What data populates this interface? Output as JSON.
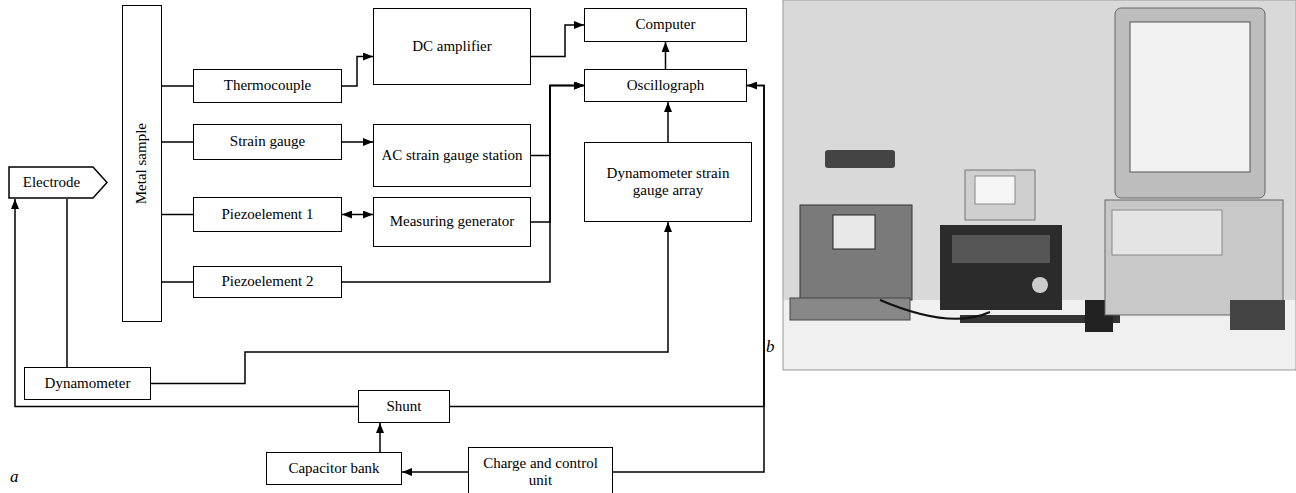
{
  "diagram": {
    "nodes": [
      {
        "text": [
          "Electrode"
        ]
      },
      {
        "text": [
          "Metal sample"
        ]
      },
      {
        "text": [
          "Thermocouple"
        ]
      },
      {
        "text": [
          "DC amplifier"
        ]
      },
      {
        "text": [
          "Strain gauge"
        ]
      },
      {
        "text": [
          "AC strain gauge station"
        ]
      },
      {
        "text": [
          "Piezoelement 1"
        ]
      },
      {
        "text": [
          "Measuring generator"
        ]
      },
      {
        "text": [
          "Piezoelement 2"
        ]
      },
      {
        "text": [
          "Computer"
        ]
      },
      {
        "text": [
          "Oscillograph"
        ]
      },
      {
        "text": [
          "Dynamometer strain gauge array"
        ]
      },
      {
        "text": [
          "Dynamometer"
        ]
      },
      {
        "text": [
          "Shunt"
        ]
      },
      {
        "text": [
          "Capacitor bank"
        ]
      },
      {
        "text": [
          "Charge and control unit"
        ]
      }
    ],
    "edges": [
      {
        "from": 1,
        "to": 2,
        "arrow": "none"
      },
      {
        "from": 2,
        "to": 3,
        "arrow": "to"
      },
      {
        "from": 1,
        "to": 4,
        "arrow": "none"
      },
      {
        "from": 4,
        "to": 5,
        "arrow": "to"
      },
      {
        "from": 1,
        "to": 6,
        "arrow": "none"
      },
      {
        "from": 6,
        "to": 7,
        "arrow": "both"
      },
      {
        "from": 1,
        "to": 8,
        "arrow": "none"
      },
      {
        "from": 3,
        "to": 9,
        "arrow": "to"
      },
      {
        "from": 5,
        "to": 10,
        "arrow": "to"
      },
      {
        "from": 7,
        "to": 10,
        "arrow": "to"
      },
      {
        "from": 8,
        "to": 10,
        "arrow": "to"
      },
      {
        "from": 10,
        "to": 9,
        "arrow": "to"
      },
      {
        "from": 11,
        "to": 10,
        "arrow": "to"
      },
      {
        "from": 12,
        "to": 11,
        "arrow": "to"
      },
      {
        "from": 12,
        "to": 0,
        "arrow": "none"
      },
      {
        "from": 13,
        "to": 0,
        "arrow": "to"
      },
      {
        "from": 14,
        "to": 13,
        "arrow": "to"
      },
      {
        "from": 15,
        "to": 14,
        "arrow": "to"
      },
      {
        "from": 13,
        "to": 10,
        "arrow": "to"
      },
      {
        "from": 15,
        "to": 10,
        "arrow": "none"
      }
    ],
    "labels": [
      "a",
      "b"
    ]
  }
}
